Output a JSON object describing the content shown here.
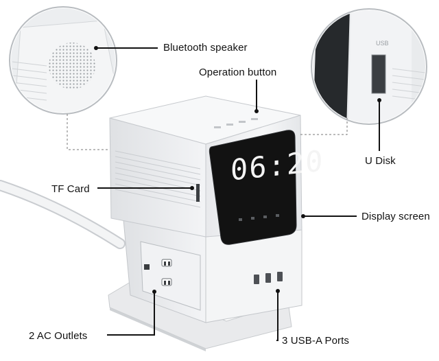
{
  "labels": {
    "speaker": "Bluetooth speaker",
    "operation_button": "Operation button",
    "u_disk": "U Disk",
    "tf_card": "TF Card",
    "display_screen": "Display screen",
    "usb_ports": "3 USB-A Ports",
    "ac_outlets": "2 AC Outlets"
  },
  "clock": {
    "time": "06:20"
  },
  "usb_port_marking": "USB",
  "colors": {
    "device_body": "#f2f3f5",
    "device_shadow": "#d9dce0",
    "screen": "#121212",
    "digits": "#f4f4f4",
    "callout_line": "#111111"
  }
}
